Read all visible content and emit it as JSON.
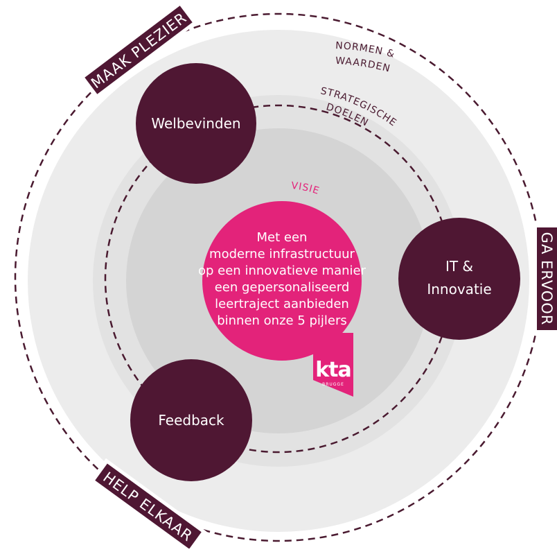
{
  "colors": {
    "outer_ring": "#ececec",
    "middle_ring": "#e2e2e2",
    "inner_disc": "#d3d3d3",
    "pillar": "#4f1733",
    "accent": "#e3237a",
    "dashes": "#4a1a30"
  },
  "values_tags": {
    "top_left": "MAAK PLEZIER",
    "right": "GA ERVOOR",
    "bottom_left": "HELP ELKAAR"
  },
  "ring_labels": {
    "norms_line1": "NORMEN &",
    "norms_line2": "WAARDEN",
    "goals_line1": "STRATEGISCHE",
    "goals_line2": "DOELEN",
    "vision": "VISIE"
  },
  "pillars": {
    "welbevinden": "Welbevinden",
    "it_line1": "IT &",
    "it_line2": "Innovatie",
    "feedback": "Feedback"
  },
  "vision_statement": {
    "line1": "Met een",
    "line2": "moderne infrastructuur",
    "line3": "op een innovatieve manier",
    "line4": "een gepersonaliseerd",
    "line5": "leertraject aanbieden",
    "line6": "binnen onze 5 pijlers"
  },
  "logo": {
    "name": "kta",
    "city": "BRUGGE"
  }
}
